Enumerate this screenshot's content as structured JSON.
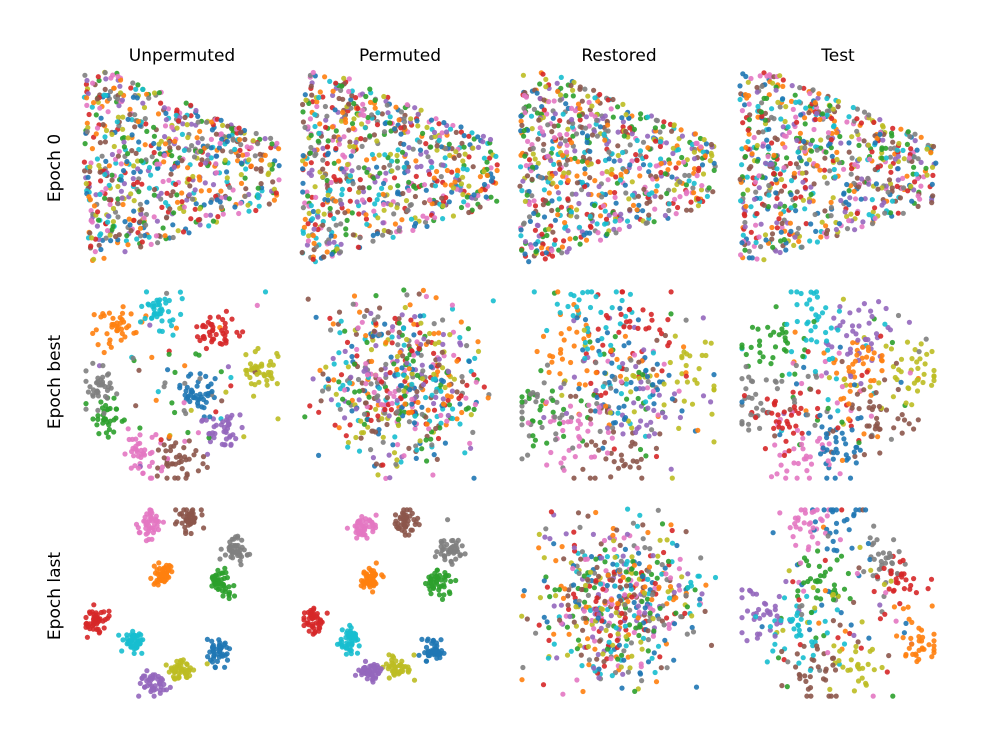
{
  "chart_data": {
    "type": "scatter",
    "columns": [
      "Unpermuted",
      "Permuted",
      "Restored",
      "Test"
    ],
    "rows": [
      "Epoch 0",
      "Epoch best",
      "Epoch last"
    ],
    "grid": false,
    "axes_visible": false,
    "classes": [
      {
        "id": 0,
        "color": "#1f77b4"
      },
      {
        "id": 1,
        "color": "#ff7f0e"
      },
      {
        "id": 2,
        "color": "#2ca02c"
      },
      {
        "id": 3,
        "color": "#d62728"
      },
      {
        "id": 4,
        "color": "#9467bd"
      },
      {
        "id": 5,
        "color": "#8c564b"
      },
      {
        "id": 6,
        "color": "#e377c2"
      },
      {
        "id": 7,
        "color": "#7f7f7f"
      },
      {
        "id": 8,
        "color": "#bcbd22"
      },
      {
        "id": 9,
        "color": "#17becf"
      }
    ],
    "panels": [
      {
        "row": 0,
        "col": 0,
        "pattern": "mixed",
        "shape": "triangle",
        "points_per_class": 70
      },
      {
        "row": 0,
        "col": 1,
        "pattern": "mixed",
        "shape": "triangle",
        "points_per_class": 70
      },
      {
        "row": 0,
        "col": 2,
        "pattern": "mixed",
        "shape": "triangle",
        "points_per_class": 70
      },
      {
        "row": 0,
        "col": 3,
        "pattern": "mixed",
        "shape": "triangle",
        "points_per_class": 70
      },
      {
        "row": 1,
        "col": 0,
        "pattern": "clusters",
        "spread": 0.05,
        "noise_fraction": 0.12,
        "points_per_class": 45,
        "centers": [
          [
            0.58,
            0.54
          ],
          [
            0.18,
            0.2
          ],
          [
            0.12,
            0.66
          ],
          [
            0.68,
            0.22
          ],
          [
            0.72,
            0.74
          ],
          [
            0.48,
            0.9
          ],
          [
            0.3,
            0.86
          ],
          [
            0.08,
            0.52
          ],
          [
            0.9,
            0.44
          ],
          [
            0.38,
            0.1
          ]
        ]
      },
      {
        "row": 1,
        "col": 1,
        "pattern": "mixed",
        "shape": "blob",
        "points_per_class": 55
      },
      {
        "row": 1,
        "col": 2,
        "pattern": "clusters",
        "spread": 0.11,
        "noise_fraction": 0.35,
        "points_per_class": 45,
        "centers": [
          [
            0.56,
            0.44
          ],
          [
            0.24,
            0.28
          ],
          [
            0.12,
            0.64
          ],
          [
            0.56,
            0.2
          ],
          [
            0.66,
            0.64
          ],
          [
            0.46,
            0.86
          ],
          [
            0.28,
            0.8
          ],
          [
            0.06,
            0.6
          ],
          [
            0.9,
            0.44
          ],
          [
            0.38,
            0.14
          ]
        ]
      },
      {
        "row": 1,
        "col": 3,
        "pattern": "clusters",
        "spread": 0.08,
        "noise_fraction": 0.25,
        "points_per_class": 45,
        "centers": [
          [
            0.48,
            0.82
          ],
          [
            0.6,
            0.42
          ],
          [
            0.18,
            0.28
          ],
          [
            0.22,
            0.66
          ],
          [
            0.6,
            0.22
          ],
          [
            0.72,
            0.72
          ],
          [
            0.32,
            0.86
          ],
          [
            0.08,
            0.6
          ],
          [
            0.9,
            0.44
          ],
          [
            0.38,
            0.14
          ]
        ]
      },
      {
        "row": 2,
        "col": 0,
        "pattern": "clusters",
        "spread": 0.03,
        "noise_fraction": 0.0,
        "points_per_class": 45,
        "centers": [
          [
            0.68,
            0.75
          ],
          [
            0.4,
            0.35
          ],
          [
            0.7,
            0.4
          ],
          [
            0.06,
            0.6
          ],
          [
            0.35,
            0.92
          ],
          [
            0.54,
            0.06
          ],
          [
            0.34,
            0.08
          ],
          [
            0.77,
            0.22
          ],
          [
            0.5,
            0.85
          ],
          [
            0.26,
            0.7
          ]
        ]
      },
      {
        "row": 2,
        "col": 1,
        "pattern": "clusters",
        "spread": 0.03,
        "noise_fraction": 0.0,
        "points_per_class": 45,
        "centers": [
          [
            0.67,
            0.75
          ],
          [
            0.35,
            0.36
          ],
          [
            0.7,
            0.4
          ],
          [
            0.06,
            0.6
          ],
          [
            0.34,
            0.86
          ],
          [
            0.53,
            0.08
          ],
          [
            0.32,
            0.1
          ],
          [
            0.76,
            0.22
          ],
          [
            0.5,
            0.84
          ],
          [
            0.24,
            0.7
          ]
        ]
      },
      {
        "row": 2,
        "col": 2,
        "pattern": "mixed",
        "shape": "blob",
        "points_per_class": 55
      },
      {
        "row": 2,
        "col": 3,
        "pattern": "clusters",
        "spread": 0.07,
        "noise_fraction": 0.2,
        "points_per_class": 40,
        "centers": [
          [
            0.52,
            0.08
          ],
          [
            0.92,
            0.72
          ],
          [
            0.4,
            0.38
          ],
          [
            0.82,
            0.4
          ],
          [
            0.12,
            0.56
          ],
          [
            0.38,
            0.88
          ],
          [
            0.34,
            0.1
          ],
          [
            0.74,
            0.28
          ],
          [
            0.58,
            0.84
          ],
          [
            0.28,
            0.64
          ]
        ]
      }
    ]
  }
}
